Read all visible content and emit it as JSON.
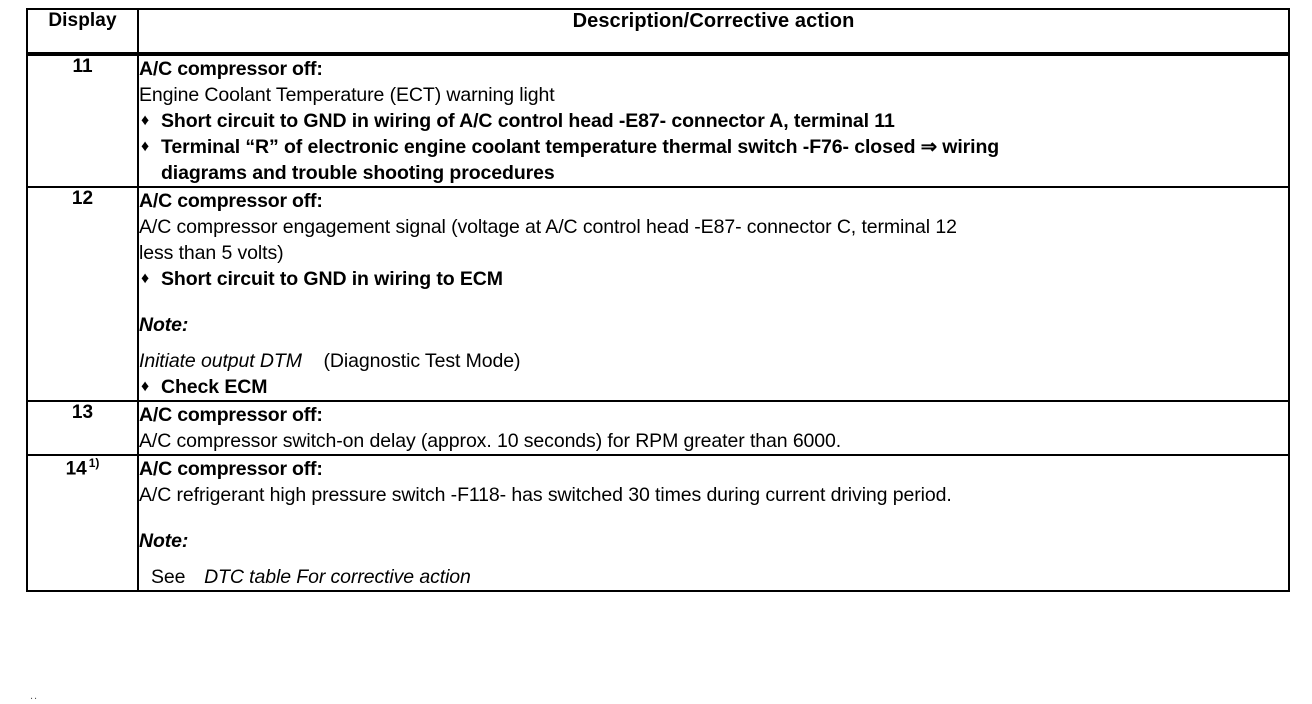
{
  "table": {
    "columns": [
      {
        "key": "display",
        "label": "Display"
      },
      {
        "key": "description",
        "label": "Description/Corrective action"
      }
    ],
    "rows": [
      {
        "code": "11",
        "footnote_marker": "",
        "lead": "A/C compressor off:",
        "line2": "Engine Coolant Temperature (ECT) warning light",
        "bullet1": "Short circuit to GND in wiring of A/C control head -E87- connector A, terminal 11",
        "bullet2": "Terminal “R” of electronic engine coolant temperature thermal switch -F76- closed ⇒ wiring",
        "bullet2_cont": "diagrams and trouble shooting procedures",
        "bullet_marker": "♦"
      },
      {
        "code": "12",
        "footnote_marker": "",
        "lead": "A/C compressor off:",
        "line2": "A/C compressor engagement signal (voltage at A/C control head -E87- connector C, terminal 12",
        "line3": "less than 5 volts)",
        "bullet1": "Short circuit to GND in wiring to ECM",
        "note_label": "Note:",
        "note_italic": "Initiate output DTM",
        "note_plain": "(Diagnostic Test Mode)",
        "bullet2": "Check ECM",
        "bullet_marker": "♦"
      },
      {
        "code": "13",
        "footnote_marker": "",
        "lead": "A/C compressor off:",
        "line2": "A/C compressor switch-on delay (approx. 10 seconds) for RPM greater than 6000."
      },
      {
        "code": "14",
        "footnote_marker": "1)",
        "lead": "A/C compressor off:",
        "line2": "A/C refrigerant high pressure switch -F118- has switched 30 times during current driving period.",
        "note_label": "Note:",
        "see_prefix": "See",
        "see_italic": "DTC table For corrective action"
      }
    ]
  },
  "artifact": {
    "mark": ".."
  }
}
